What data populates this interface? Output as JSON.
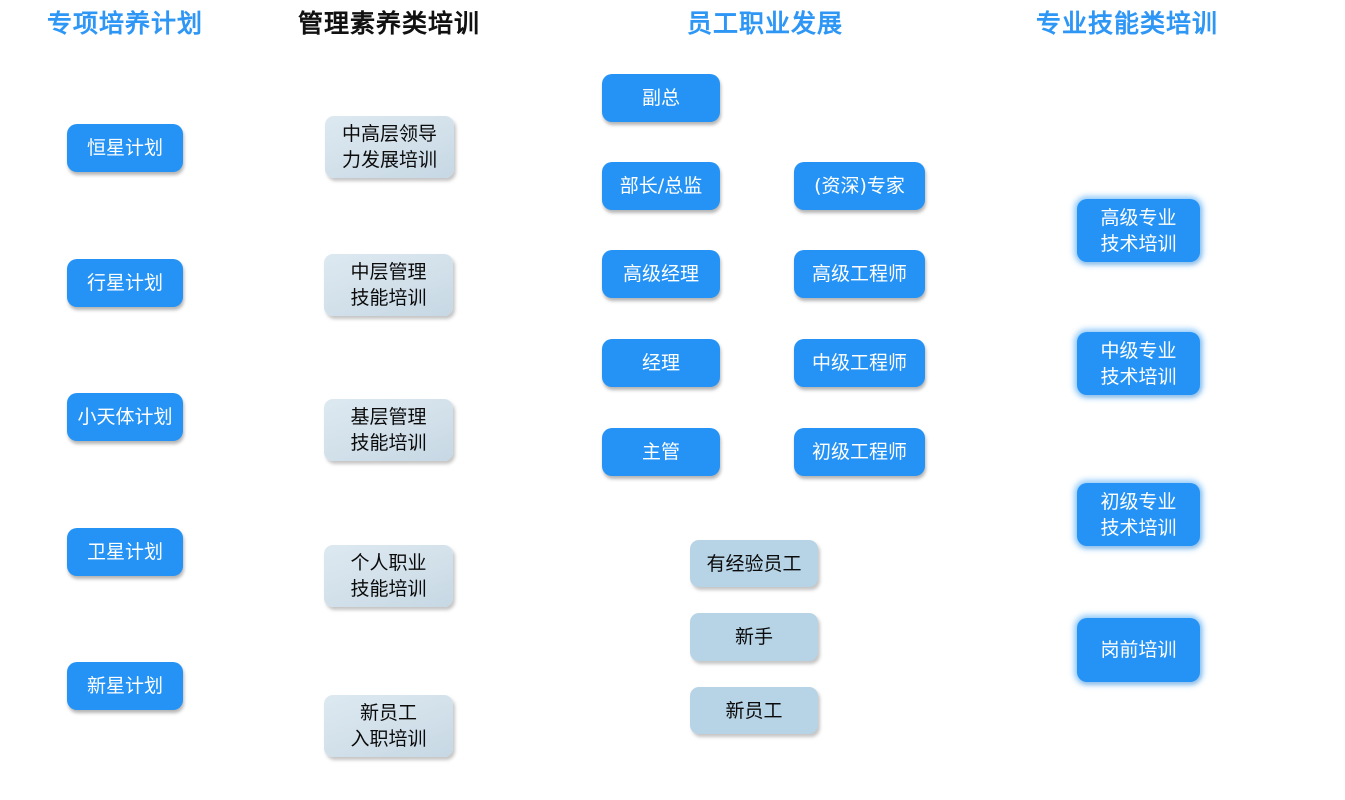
{
  "colors": {
    "primary_blue": "#2493f5",
    "header_blue": "#2e97f6",
    "header_black": "#111111",
    "light_gray_blue": "#d2e0ea",
    "steel_blue": "#b7d3e6",
    "page_bg": "#ffffff"
  },
  "columns": {
    "special_programs": {
      "title": "专项培养计划",
      "items": [
        {
          "label": "恒星计划"
        },
        {
          "label": "行星计划"
        },
        {
          "label": "小天体计划"
        },
        {
          "label": "卫星计划"
        },
        {
          "label": "新星计划"
        }
      ]
    },
    "management_training": {
      "title": "管理素养类培训",
      "items": [
        {
          "label": "中高层领导\n力发展培训"
        },
        {
          "label": "中层管理\n技能培训"
        },
        {
          "label": "基层管理\n技能培训"
        },
        {
          "label": "个人职业\n技能培训"
        },
        {
          "label": "新员工\n入职培训"
        }
      ]
    },
    "career_development": {
      "title": "员工职业发展",
      "management_track": [
        {
          "label": "副总"
        },
        {
          "label": "部长/总监"
        },
        {
          "label": "高级经理"
        },
        {
          "label": "经理"
        },
        {
          "label": "主管"
        }
      ],
      "technical_track": [
        {
          "label": "(资深)专家"
        },
        {
          "label": "高级工程师"
        },
        {
          "label": "中级工程师"
        },
        {
          "label": "初级工程师"
        }
      ],
      "entry_levels": [
        {
          "label": "有经验员工"
        },
        {
          "label": "新手"
        },
        {
          "label": "新员工"
        }
      ]
    },
    "skills_training": {
      "title": "专业技能类培训",
      "items": [
        {
          "label": "高级专业\n技术培训"
        },
        {
          "label": "中级专业\n技术培训"
        },
        {
          "label": "初级专业\n技术培训"
        },
        {
          "label": "岗前培训"
        }
      ]
    }
  }
}
